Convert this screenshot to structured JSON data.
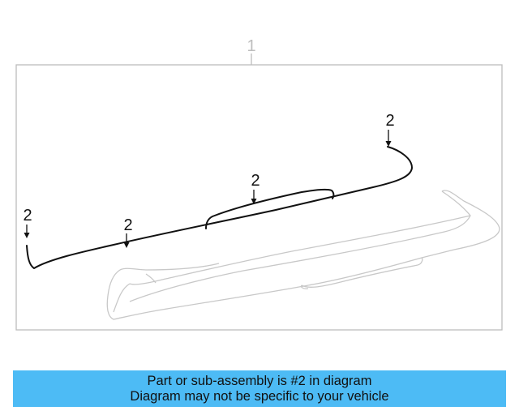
{
  "diagram": {
    "assembly_callout": "1",
    "part_callouts": [
      "2",
      "2",
      "2",
      "2"
    ]
  },
  "banner": {
    "line1": "Part or sub-assembly is #2 in diagram",
    "line2": "Diagram may not be specific to your vehicle",
    "background": "#4dbbf5"
  },
  "colors": {
    "line": "#111111",
    "ghost_part": "#c8c8c8",
    "frame": "#bdbdbd"
  }
}
